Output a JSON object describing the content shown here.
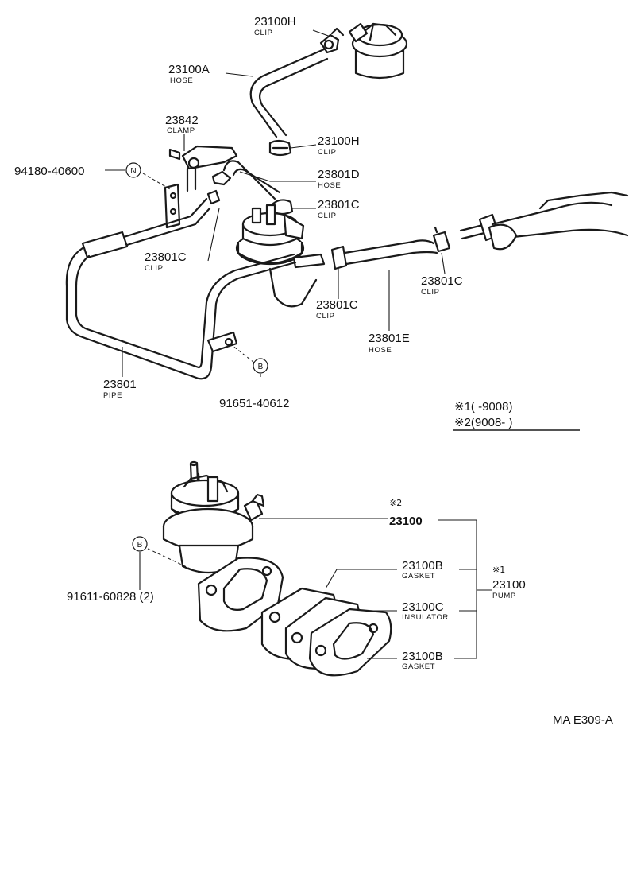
{
  "diagram_id": "MA E309-A",
  "labels": {
    "clip_top_num": "23100H",
    "clip_top_name": "CLIP",
    "hose_top_num": "23100A",
    "hose_top_name": "HOSE",
    "clamp_num": "23842",
    "clamp_name": "CLAMP",
    "clip_mid_num": "23100H",
    "clip_mid_name": "CLIP",
    "bolt_num": "94180-40600",
    "bolt_marker": "N",
    "hose_d_num": "23801D",
    "hose_d_name": "HOSE",
    "clip_c1_num": "23801C",
    "clip_c1_name": "CLIP",
    "clip_c2_num": "23801C",
    "clip_c2_name": "CLIP",
    "clip_c3_num": "23801C",
    "clip_c3_name": "CLIP",
    "clip_c4_num": "23801C",
    "clip_c4_name": "CLIP",
    "hose_e_num": "23801E",
    "hose_e_name": "HOSE",
    "pipe_num": "23801",
    "pipe_name": "PIPE",
    "bolt_b_num": "91651-40612",
    "bolt_b_marker": "B",
    "pump_assy_mark": "※2",
    "pump_assy_num": "23100",
    "gasket_top_num": "23100B",
    "gasket_top_name": "GASKET",
    "pump_mark": "※1",
    "pump_num": "23100",
    "pump_name": "PUMP",
    "insulator_num": "23100C",
    "insulator_name": "INSULATOR",
    "gasket_bot_num": "23100B",
    "gasket_bot_name": "GASKET",
    "stud_num": "91611-60828 (2)",
    "stud_marker": "B"
  },
  "legend": {
    "line1_mark": "※1",
    "line1_text": "(        -9008)",
    "line2_mark": "※2",
    "line2_text": "(9008-          )"
  }
}
